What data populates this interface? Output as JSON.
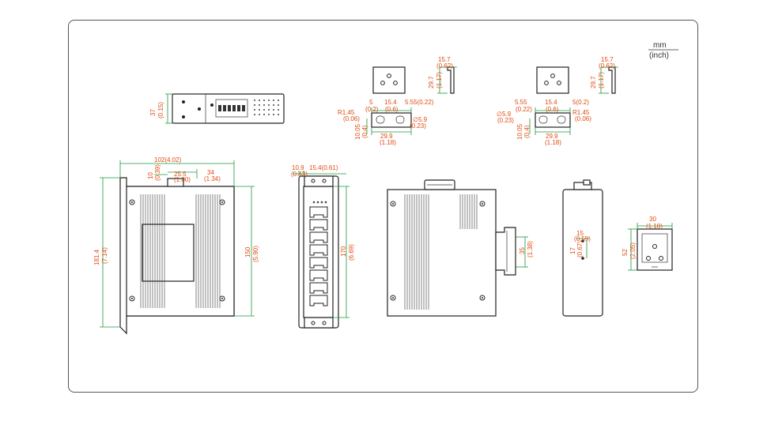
{
  "units": {
    "top": "mm",
    "bottom": "(inch)"
  },
  "top_module": {
    "height": "37",
    "height_in": "(0.15)"
  },
  "bracket_left": {
    "d15_7": "15.7",
    "d15_7_in": "(0.62)",
    "d29_7": "29.7",
    "d29_7_in": "(1.17)",
    "d5": "5",
    "d5_in": "(0.2)",
    "d15_4": "15.4",
    "d15_4_in": "(0.6)",
    "d5_55": "5.55(0.22)",
    "r": "R1.45",
    "r_in": "(0.06)",
    "phi": "∅5.9",
    "phi_in": "(0.23)",
    "d10": "10.05",
    "d10_in": "(0.4)",
    "d29_9": "29.9",
    "d29_9_in": "(1.18)"
  },
  "bracket_right": {
    "d15_7": "15.7",
    "d15_7_in": "(0.62)",
    "d29_7": "29.7",
    "d29_7_in": "(1.17)",
    "d5_55": "5.55",
    "d5_55_in": "(0.22)",
    "d15_4": "15.4",
    "d15_4_in": "(0.6)",
    "d5": "5(0.2)",
    "phi": "∅5.9",
    "phi_in": "(0.23)",
    "r": "R1.45",
    "r_in": "(0.06)",
    "d10": "10.05",
    "d10_in": "(0.4)",
    "d29_9": "29.9",
    "d29_9_in": "(1.18)"
  },
  "front_view": {
    "width": "102(4.02)",
    "d10": "10",
    "d10_in": "(0.39)",
    "d25_5": "25.5",
    "d25_5_in": "(1.00)",
    "d34": "34",
    "d34_in": "(1.34)",
    "height": "181.4",
    "height_in": "(7.14)",
    "d150": "150",
    "d150_in": "(5.90)"
  },
  "side_view": {
    "d10_9": "10.9",
    "d10_9_in": "(0.43)",
    "d15_4": "15.4(0.61)",
    "d170": "170",
    "d170_in": "(6.69)"
  },
  "rear_view": {
    "d35": "35",
    "d35_in": "(1.38)"
  },
  "narrow_view": {
    "d15": "15",
    "d15_in": "(0.59)",
    "d17": "17",
    "d17_in": "(0.67)"
  },
  "din_clip": {
    "d30": "30",
    "d30_in": "(1.18)",
    "d52": "52",
    "d52_in": "(2.05)"
  }
}
